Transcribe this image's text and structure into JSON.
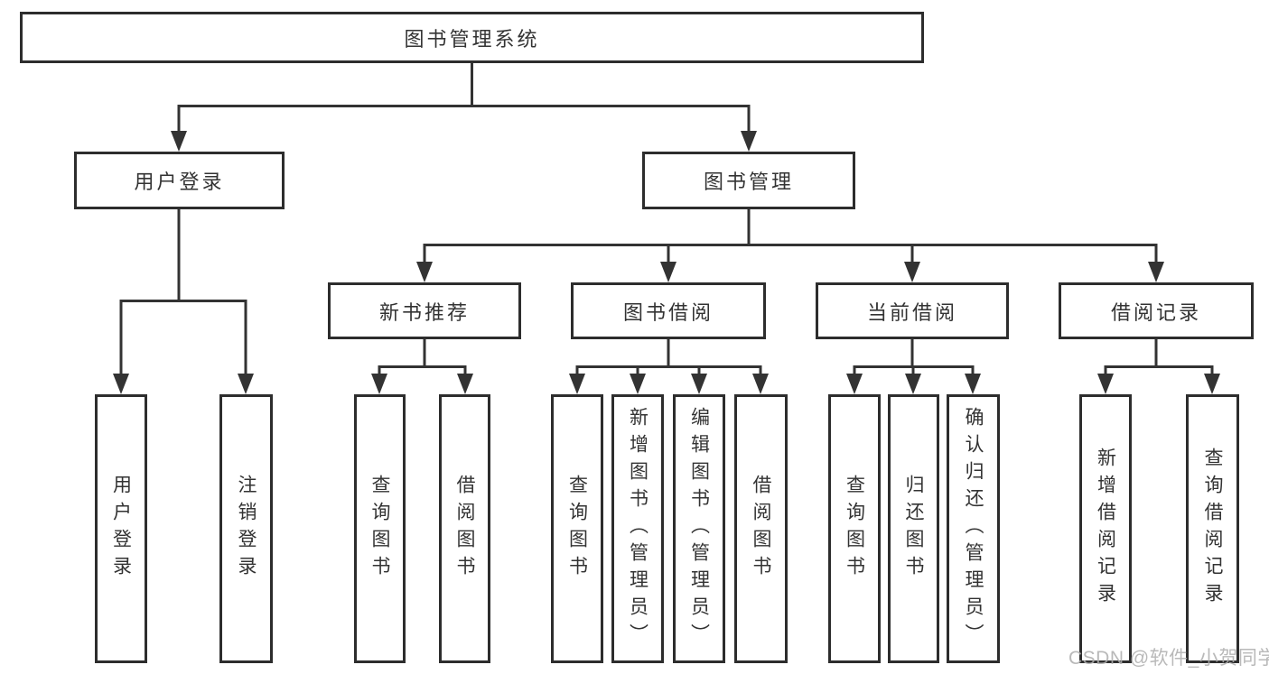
{
  "tree": {
    "label": "图书管理系统",
    "children": [
      {
        "label": "用户登录",
        "children": [
          {
            "label": "用户登录"
          },
          {
            "label": "注销登录"
          }
        ]
      },
      {
        "label": "图书管理",
        "children": [
          {
            "label": "新书推荐",
            "children": [
              {
                "label": "查询图书"
              },
              {
                "label": "借阅图书"
              }
            ]
          },
          {
            "label": "图书借阅",
            "children": [
              {
                "label": "查询图书"
              },
              {
                "label": "新增图书（管理员）"
              },
              {
                "label": "编辑图书（管理员）"
              },
              {
                "label": "借阅图书"
              }
            ]
          },
          {
            "label": "当前借阅",
            "children": [
              {
                "label": "查询图书"
              },
              {
                "label": "归还图书"
              },
              {
                "label": "确认归还（管理员）"
              }
            ]
          },
          {
            "label": "借阅记录",
            "children": [
              {
                "label": "新增借阅记录"
              },
              {
                "label": "查询借阅记录"
              }
            ]
          }
        ]
      }
    ]
  },
  "watermark": {
    "text": "CSDN @软件_小贺同学",
    "color": "#adadad"
  },
  "colors": {
    "line": "#333333",
    "box_border": "#2d2d2d",
    "box_background": "#ffffff",
    "label_text": "#333333",
    "page_background": "#ffffff"
  }
}
